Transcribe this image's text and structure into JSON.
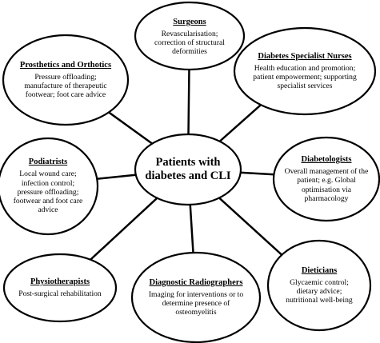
{
  "center": {
    "title": "Patients with diabetes and CLI"
  },
  "roles": {
    "surgeons": {
      "title": "Surgeons",
      "description": "Revascularisation; correction of structural deformities"
    },
    "diabetes_specialist_nurses": {
      "title": "Diabetes Specialist Nurses",
      "description": "Health education and promotion; patient empowerment; supporting specialist services"
    },
    "diabetologists": {
      "title": "Diabetologists",
      "description": "Overall management of the patient; e.g. Global optimisation via pharmacology"
    },
    "dieticians": {
      "title": "Dieticians",
      "description": "Glycaemic control; dietary advice; nutritional well-being"
    },
    "diagnostic_radiographers": {
      "title": "Diagnostic Radiographers",
      "description": "Imaging for interventions or to determine presence of osteomyelitis"
    },
    "physiotherapists": {
      "title": "Physiotherapists",
      "description": "Post-surgical rehabilitation"
    },
    "podiatrists": {
      "title": "Podiatrists",
      "description": "Local wound care; infection control; pressure offloading; footwear and foot care advice"
    },
    "prosthetics_and_orthotics": {
      "title": "Prosthetics and Orthotics",
      "description": "Pressure offloading; manufacture of therapeutic footwear; foot care advice"
    }
  }
}
